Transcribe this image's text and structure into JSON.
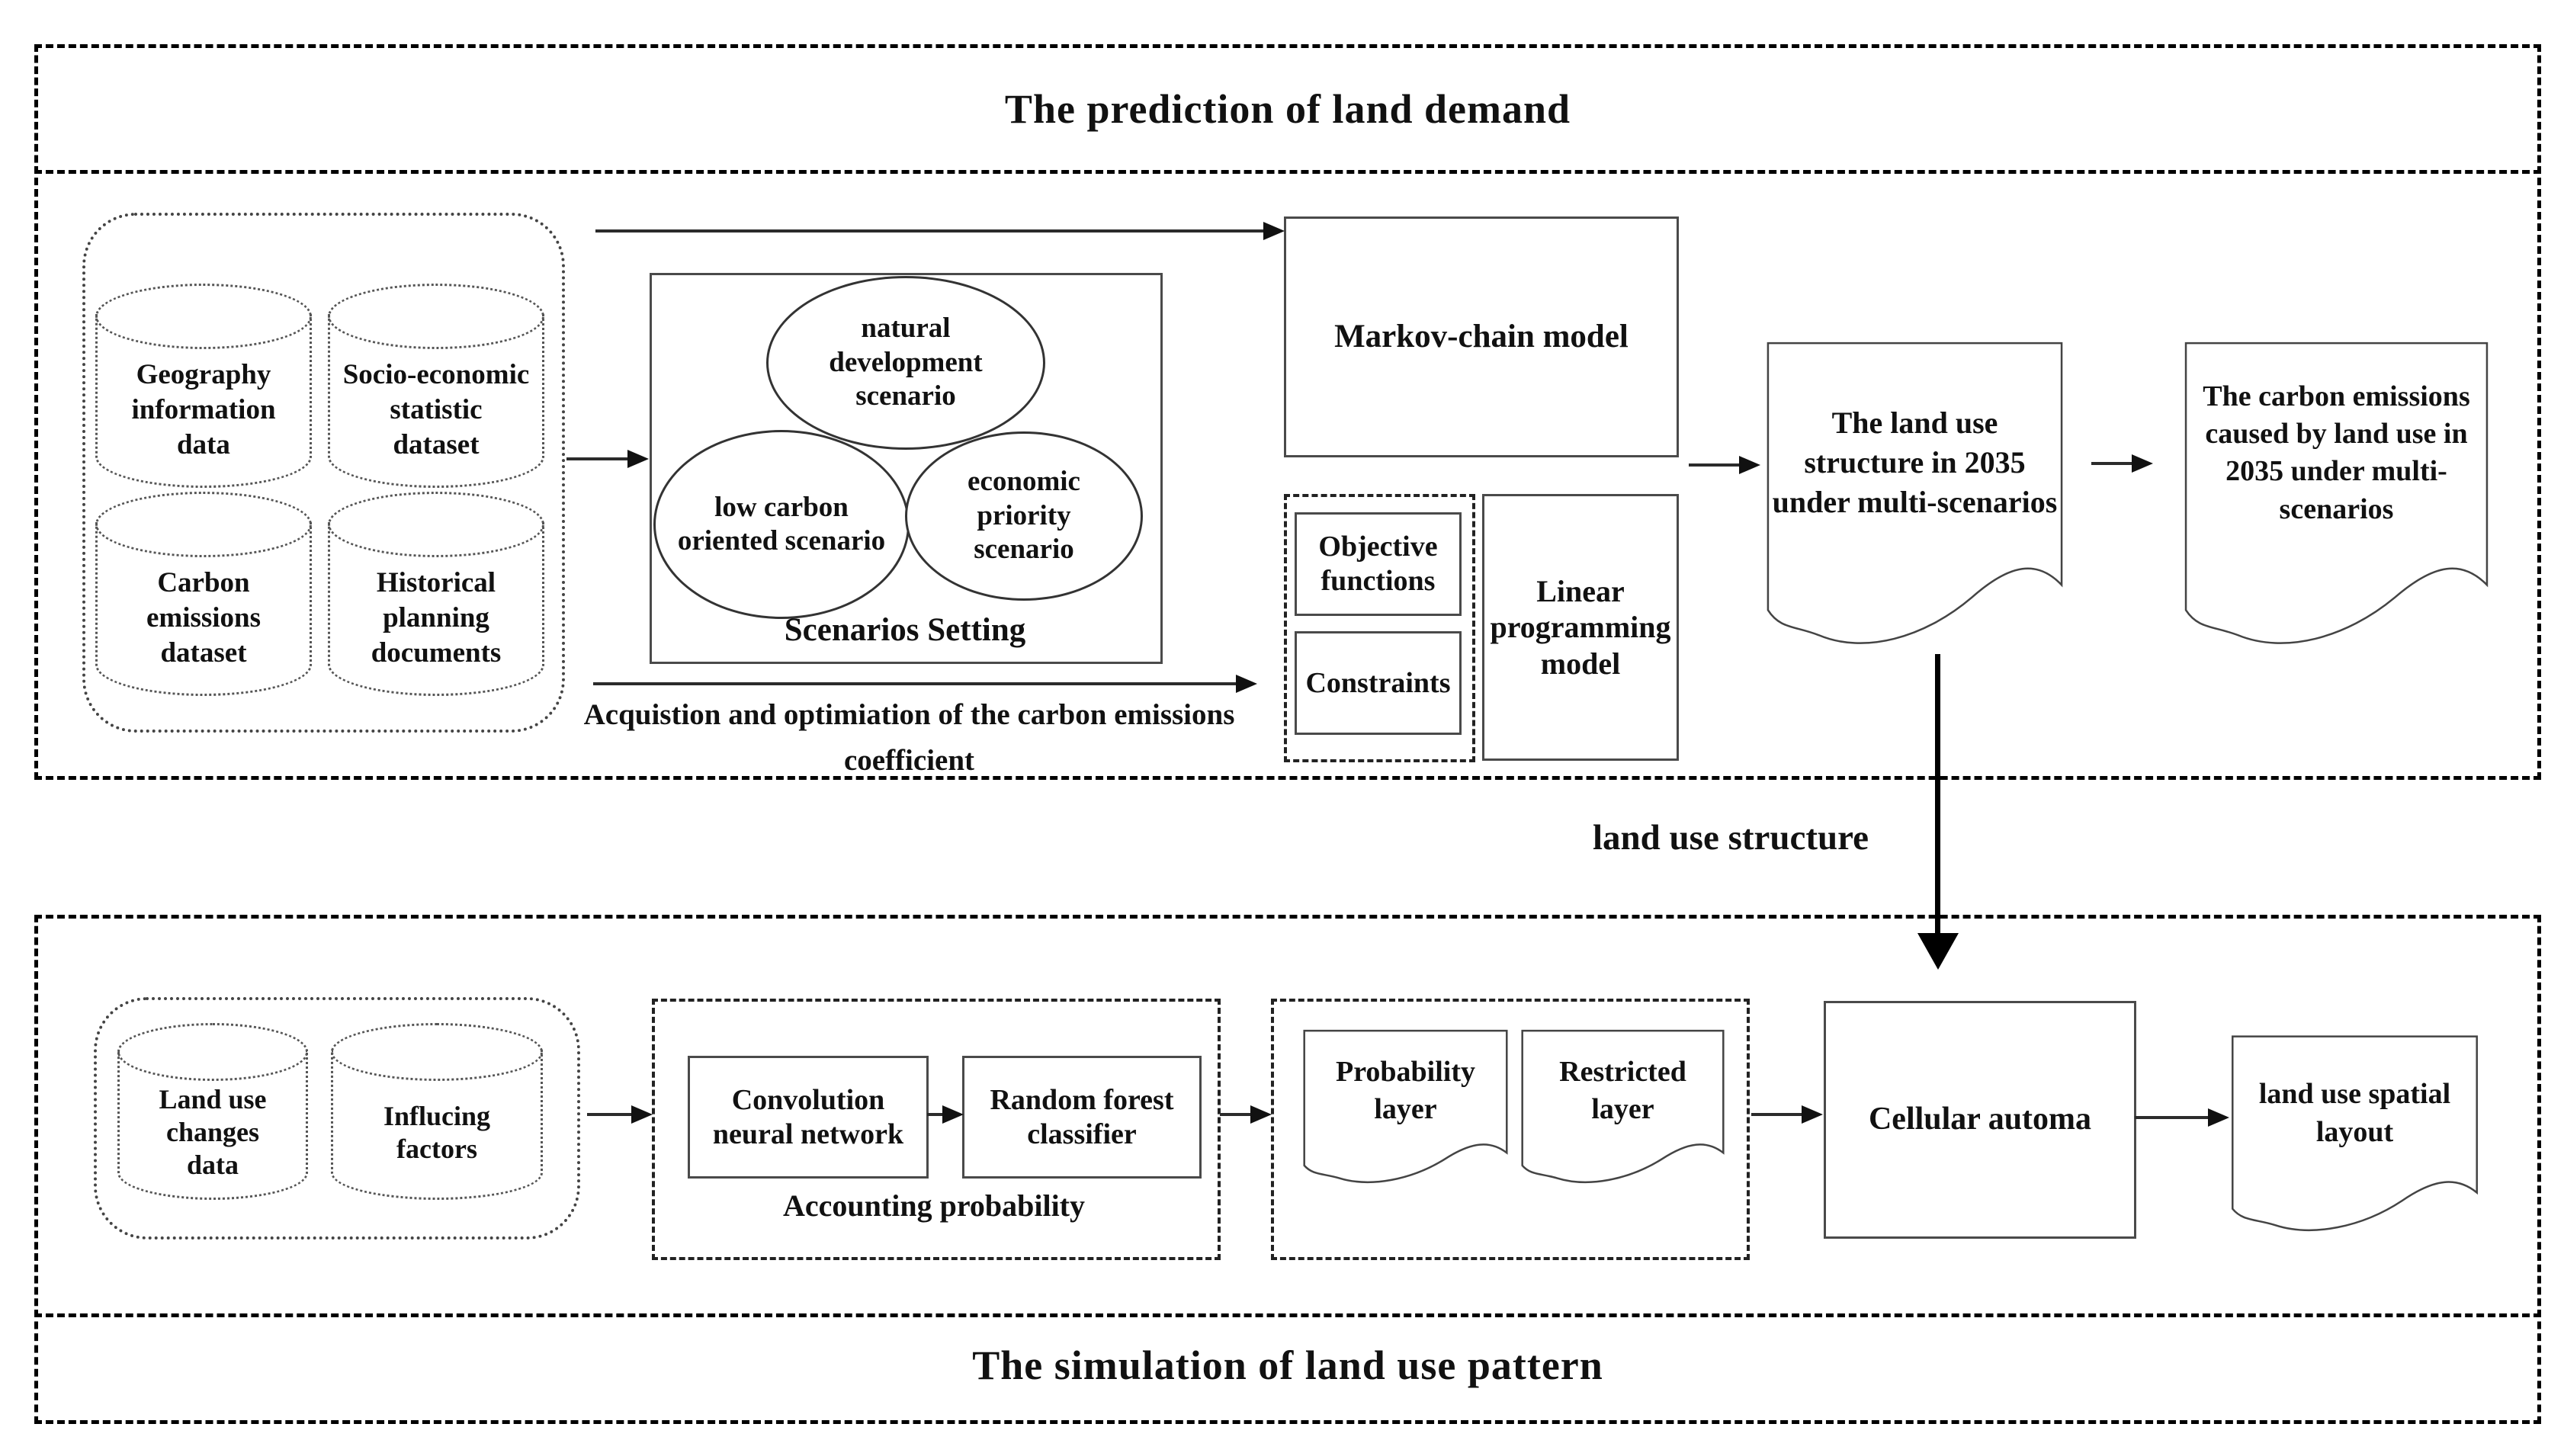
{
  "sections": {
    "top_title": "The prediction of land demand",
    "bottom_title": "The simulation of land use pattern",
    "between_label": "land use structure"
  },
  "prediction": {
    "datasets": {
      "geography": "Geography\ninformation\ndata",
      "socio": "Socio-economic\nstatistic\ndataset",
      "carbon": "Carbon\nemissions\ndataset",
      "historical": "Historical\nplanning\ndocuments"
    },
    "scenarios": {
      "natural": "natural\ndevelopment\nscenario",
      "low_carbon": "low carbon\noriented scenario",
      "economic": "economic\npriority\nscenario",
      "label": "Scenarios Setting"
    },
    "markov": "Markov-chain model",
    "objective": "Objective\nfunctions",
    "constraints": "Constraints",
    "linear": "Linear\nprogramming\nmodel",
    "caption": "Acquistion and optimiation of the carbon emissions\ncoefficient",
    "doc_structure": "The land use\nstructure in 2035\nunder multi-scenarios",
    "doc_emissions": "The carbon emissions\ncaused by land use in\n2035 under multi-\nscenarios"
  },
  "simulation": {
    "datasets": {
      "land_use_changes": "Land use\nchanges\ndata",
      "influcing": "Influcing\nfactors"
    },
    "cnn": "Convolution\nneural network",
    "rf": "Random forest\nclassifier",
    "accounting_label": "Accounting probability",
    "probability_layer": "Probability\nlayer",
    "restricted_layer": "Restricted\nlayer",
    "cellular": "Cellular automa",
    "spatial": "land use spatial\nlayout"
  }
}
